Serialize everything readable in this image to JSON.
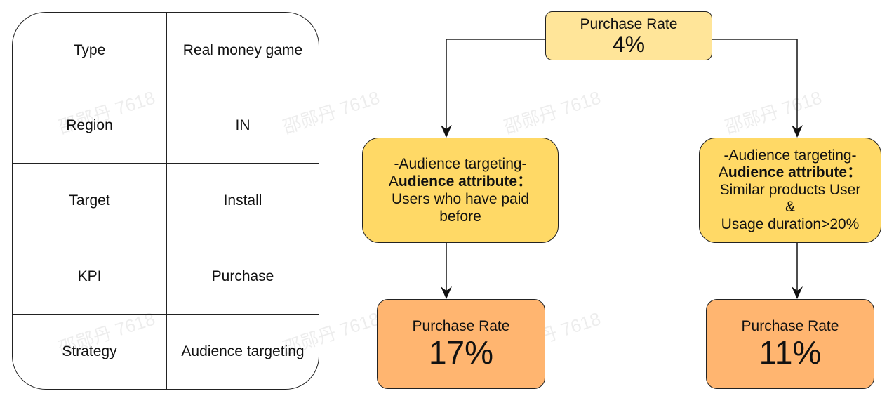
{
  "table": {
    "rows": [
      {
        "label": "Type",
        "value": "Real money game"
      },
      {
        "label": "Region",
        "value": "IN"
      },
      {
        "label": "Target",
        "value": "Install"
      },
      {
        "label": "KPI",
        "value": "Purchase"
      },
      {
        "label": "Strategy",
        "value": "Audience targeting"
      }
    ]
  },
  "root": {
    "title": "Purchase Rate",
    "value": "4%"
  },
  "branches": [
    {
      "heading": "-Audience targeting-",
      "attr_first": "A",
      "attr_rest": "udience attribute：",
      "lines": [
        "Users who have paid",
        "before"
      ],
      "result_title": "Purchase Rate",
      "result_value": "17%"
    },
    {
      "heading": "-Audience targeting-",
      "attr_first": "A",
      "attr_rest": "udience attribute：",
      "lines": [
        "Similar products User",
        "&",
        "Usage duration>20%"
      ],
      "result_title": "Purchase Rate",
      "result_value": "11%"
    }
  ],
  "watermark": "邵郧丹 7618",
  "colors": {
    "root": "#ffe599",
    "middle": "#ffd966",
    "result": "#ffb570"
  }
}
